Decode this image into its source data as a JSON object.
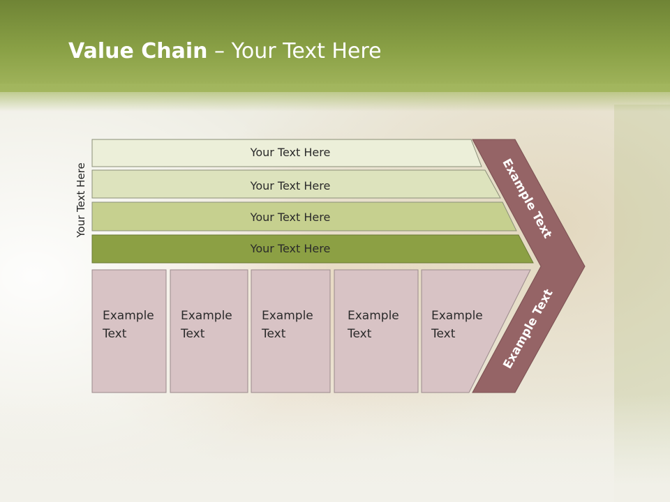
{
  "slide": {
    "title_bold": "Value Chain",
    "title_rest": " – Your Text Here",
    "side_label": "Your Text Here"
  },
  "bars": [
    {
      "label": "Your Text Here",
      "color": "#ecefd9"
    },
    {
      "label": "Your Text Here",
      "color": "#dde3bd"
    },
    {
      "label": "Your Text Here",
      "color": "#c6d08f"
    },
    {
      "label": "Your Text Here",
      "color": "#8ca044"
    }
  ],
  "cells": [
    {
      "line1": "Example",
      "line2": "Text"
    },
    {
      "line1": "Example",
      "line2": "Text"
    },
    {
      "line1": "Example",
      "line2": "Text"
    },
    {
      "line1": "Example",
      "line2": "Text"
    },
    {
      "line1": "Example",
      "line2": "Text"
    }
  ],
  "chevron": {
    "upper_label": "Example Text",
    "lower_label": "Example Text",
    "color": "#956466"
  },
  "colors": {
    "cell_fill": "#d8c3c5",
    "cell_border": "#9a8a8c",
    "header": "#7f963d"
  }
}
